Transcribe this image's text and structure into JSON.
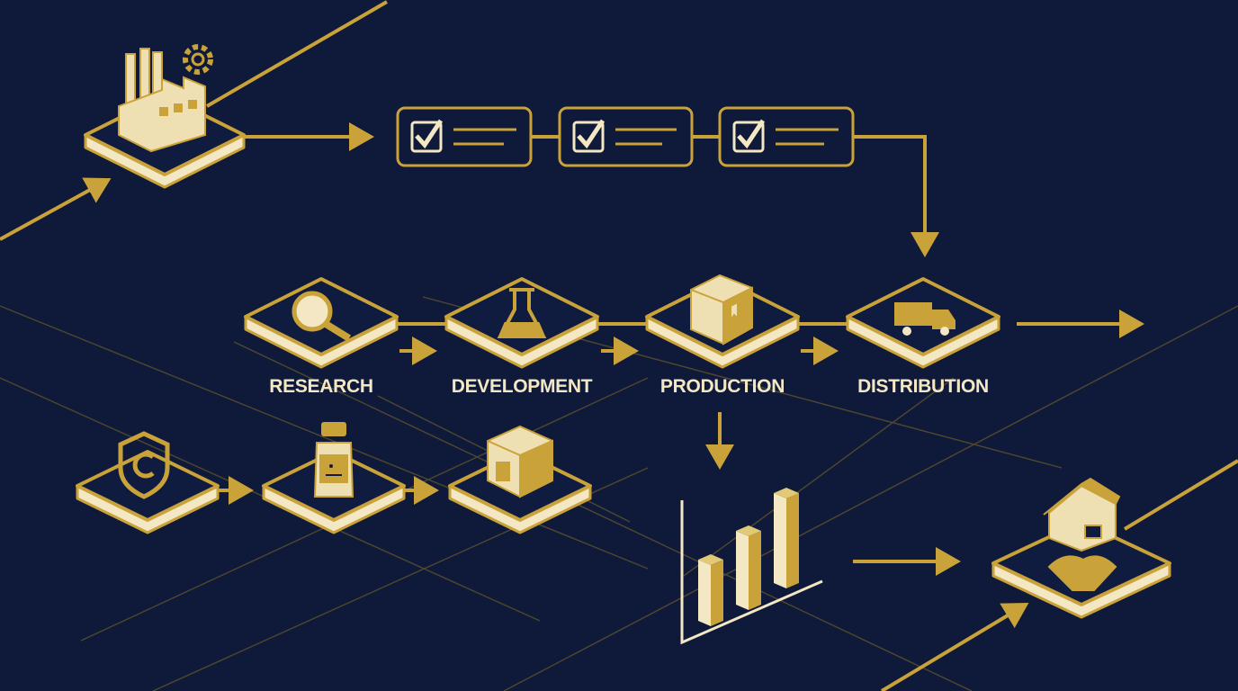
{
  "colors": {
    "background": "#0f1a3a",
    "gold": "#c9a23a",
    "cream": "#f3e7c4",
    "navy_tile": "#101c3f"
  },
  "stages": [
    {
      "label": "RESEARCH",
      "icon": "magnifier-icon"
    },
    {
      "label": "DEVELOPMENT",
      "icon": "flask-icon"
    },
    {
      "label": "PRODUCTION",
      "icon": "box-icon"
    },
    {
      "label": "DISTRIBUTION",
      "icon": "truck-icon"
    }
  ],
  "top_row": {
    "icon": "factory-gear-icon",
    "checklist_items": [
      "checkbox-icon",
      "checkbox-icon",
      "checkbox-icon"
    ]
  },
  "bottom_row": {
    "icons": [
      "shield-c-icon",
      "bottle-icon",
      "package-icon"
    ],
    "chart_icon": "bar-chart-icon",
    "final_icon": "house-handshake-icon"
  }
}
